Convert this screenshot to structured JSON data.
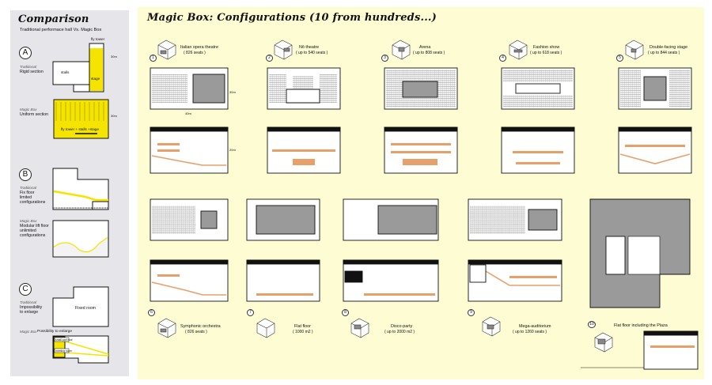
{
  "comparison": {
    "title": "Comparison",
    "subtitle": "Traditional performace hall Vs.  Magic Box",
    "a": {
      "letter": "A",
      "trad_tag": "Traditional",
      "trad_text": "Rigid section",
      "fly_tower": "fly tower",
      "stalls": "stalls",
      "stage": "stage",
      "dim": "30m",
      "magic_tag": "Magic Box",
      "magic_text": "Uniform section",
      "magic_inner": "fly tower + stalls +stage"
    },
    "b": {
      "letter": "B",
      "trad_tag": "Traditional",
      "trad_line1": "Fix floor",
      "trad_line2": "limited",
      "trad_line3": "configurations",
      "magic_tag": "Magic Box",
      "magic_line1": "Modular lift floor",
      "magic_line2": "unlimited",
      "magic_line3": "configurations"
    },
    "c": {
      "letter": "C",
      "trad_tag": "Traditional",
      "trad_line1": "Impossibility",
      "trad_line2": "to enlarge",
      "fixed_room": "Fixed room",
      "magic_tag": "Magic Box",
      "magic_text": "Possibility to enlarge",
      "box1": "small part roof",
      "box2": "meeting room"
    }
  },
  "main": {
    "title": "Magic Box: Configurations (10 from hundreds...)",
    "dims": {
      "depth": "30m",
      "width": "40m",
      "height": "20m"
    },
    "configs": [
      {
        "num": "1",
        "name": "Italian opera theatre",
        "seats": "( 826 seats )"
      },
      {
        "num": "2",
        "name": "Nô  theatre",
        "seats": "( up to 540 seats )"
      },
      {
        "num": "3",
        "name": "Arena",
        "seats": "( up to 808 seats )"
      },
      {
        "num": "4",
        "name": "Fashion show",
        "seats": "( up to 618 seats )"
      },
      {
        "num": "5",
        "name": "Double-facing stage",
        "seats": "( up to 844 seats )"
      },
      {
        "num": "6",
        "name": "Symphonic orchestra",
        "seats": "( 826 seats )"
      },
      {
        "num": "7",
        "name": "Flat floor",
        "seats": "( 1000 m2 )"
      },
      {
        "num": "8",
        "name": "Disco-party",
        "seats": "( up to 2000 m2 )"
      },
      {
        "num": "9",
        "name": "Mega-auditorium",
        "seats": "( up to 1260 seats )"
      },
      {
        "num": "10",
        "name": "Flat floor including the Plaza",
        "seats": ""
      }
    ]
  },
  "colors": {
    "left_panel": "#e6e6ea",
    "main_panel": "#fefcd3",
    "yellow_highlight": "#f5e400",
    "stage_gray": "#9a9a9a",
    "seat_orange": "#e8a06a",
    "outline": "#111111"
  }
}
